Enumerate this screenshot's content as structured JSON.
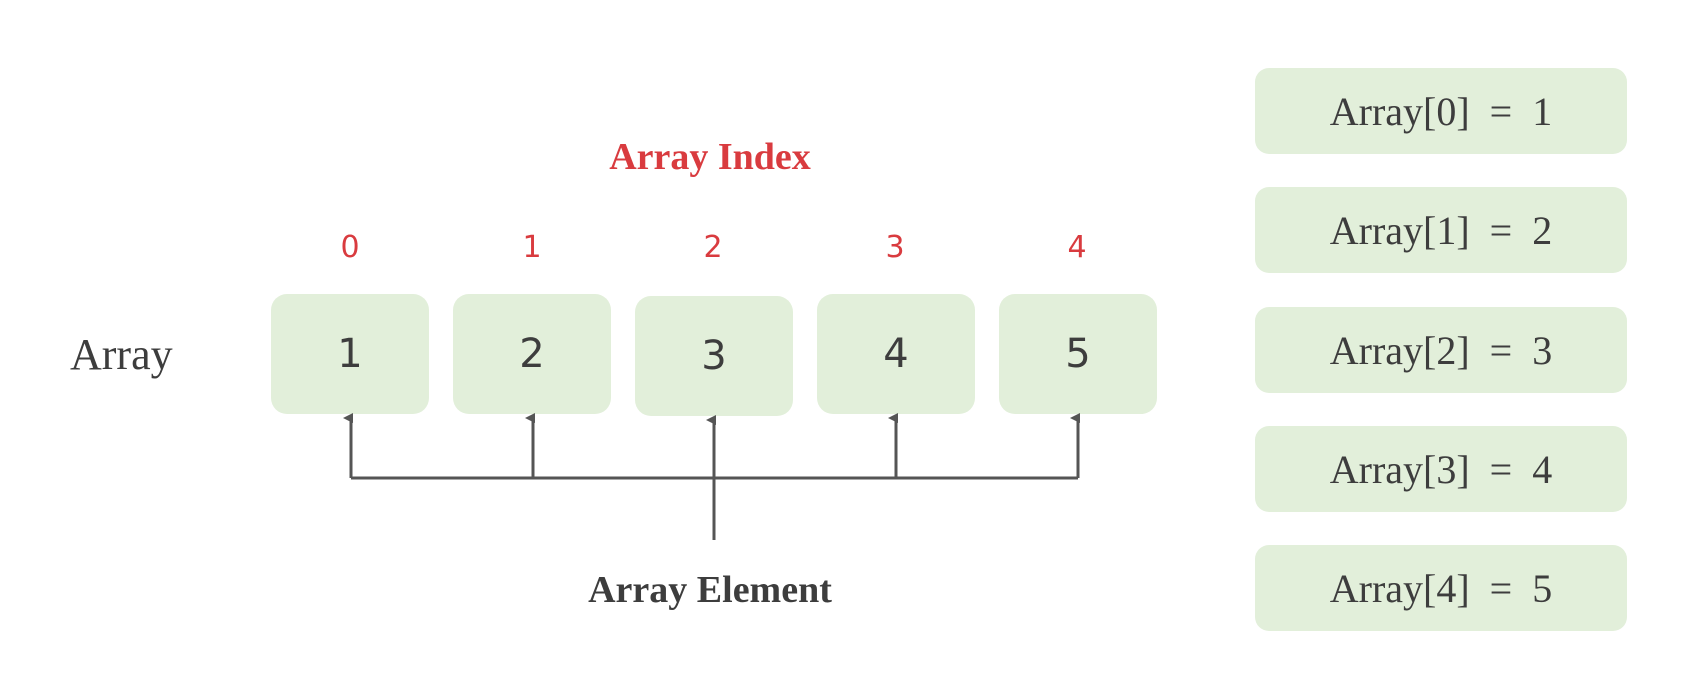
{
  "diagram": {
    "title": "Array Index",
    "array_label": "Array",
    "element_label": "Array Element",
    "indices": [
      "0",
      "1",
      "2",
      "3",
      "4"
    ],
    "elements": [
      "1",
      "2",
      "3",
      "4",
      "5"
    ],
    "assignments": [
      "Array[0]  =  1",
      "Array[1]  =  2",
      "Array[2]  =  3",
      "Array[3]  =  4",
      "Array[4]  =  5"
    ],
    "colors": {
      "accent_red": "#d93b3f",
      "cell_green": "#e2efda",
      "text_dark": "#3d3d3d",
      "line_gray": "#555555"
    }
  }
}
